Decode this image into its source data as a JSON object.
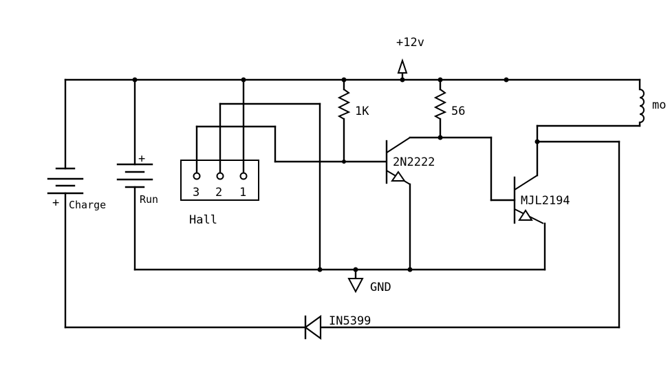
{
  "diagram": {
    "supply": {
      "label": "+12v"
    },
    "ground": {
      "label": "GND"
    },
    "batteries": {
      "charge": {
        "label": "Charge",
        "polarity": "+"
      },
      "run": {
        "label": "Run",
        "polarity": "+"
      }
    },
    "hall_sensor": {
      "label": "Hall",
      "pins": [
        "3",
        "2",
        "1"
      ]
    },
    "resistors": {
      "r1": {
        "label": "1K"
      },
      "r2": {
        "label": "56"
      }
    },
    "transistors": {
      "q1": {
        "label": "2N2222"
      },
      "q2": {
        "label": "MJL2194"
      }
    },
    "diode": {
      "label": "IN5399"
    },
    "motor_coil": {
      "label": "mo"
    }
  }
}
